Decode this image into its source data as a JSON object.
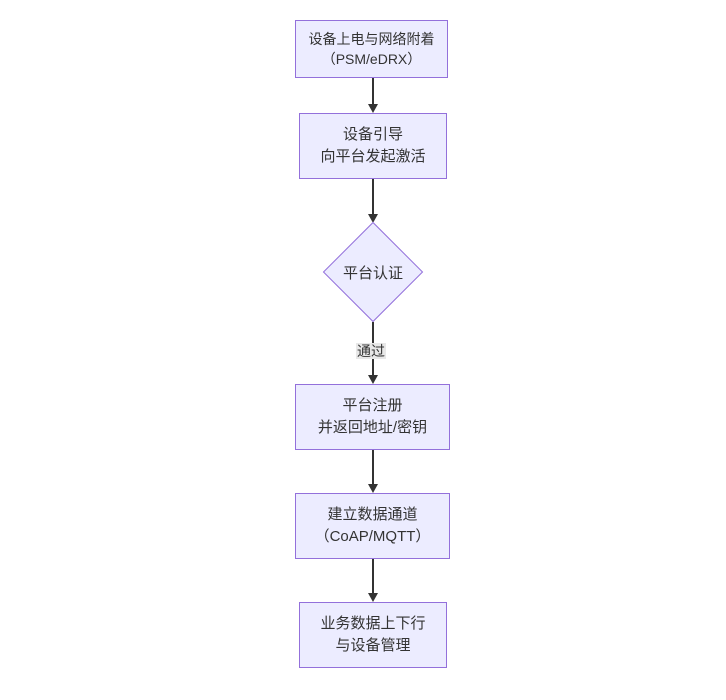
{
  "diagram": {
    "type": "flowchart",
    "direction": "top-down",
    "colors": {
      "canvas_bg": "#ffffff",
      "node_fill": "#ECECFF",
      "node_border": "#9370DB",
      "text_color": "#333333",
      "line_color": "#333333",
      "edge_label_bg": "#e8e8e8"
    },
    "nodes": [
      {
        "id": "n1",
        "shape": "rect",
        "lines": [
          "设备上电与网络附着",
          "（PSM/eDRX）"
        ]
      },
      {
        "id": "n2",
        "shape": "rect",
        "lines": [
          "设备引导",
          "向平台发起激活"
        ]
      },
      {
        "id": "n3",
        "shape": "diamond",
        "lines": [
          "平台认证"
        ]
      },
      {
        "id": "n4",
        "shape": "rect",
        "lines": [
          "平台注册",
          "并返回地址/密钥"
        ]
      },
      {
        "id": "n5",
        "shape": "rect",
        "lines": [
          "建立数据通道",
          "（CoAP/MQTT）"
        ]
      },
      {
        "id": "n6",
        "shape": "rect",
        "lines": [
          "业务数据上下行",
          "与设备管理"
        ]
      }
    ],
    "edges": [
      {
        "from": "n1",
        "to": "n2",
        "label": ""
      },
      {
        "from": "n2",
        "to": "n3",
        "label": ""
      },
      {
        "from": "n3",
        "to": "n4",
        "label": "通过"
      },
      {
        "from": "n4",
        "to": "n5",
        "label": ""
      },
      {
        "from": "n5",
        "to": "n6",
        "label": ""
      }
    ]
  }
}
